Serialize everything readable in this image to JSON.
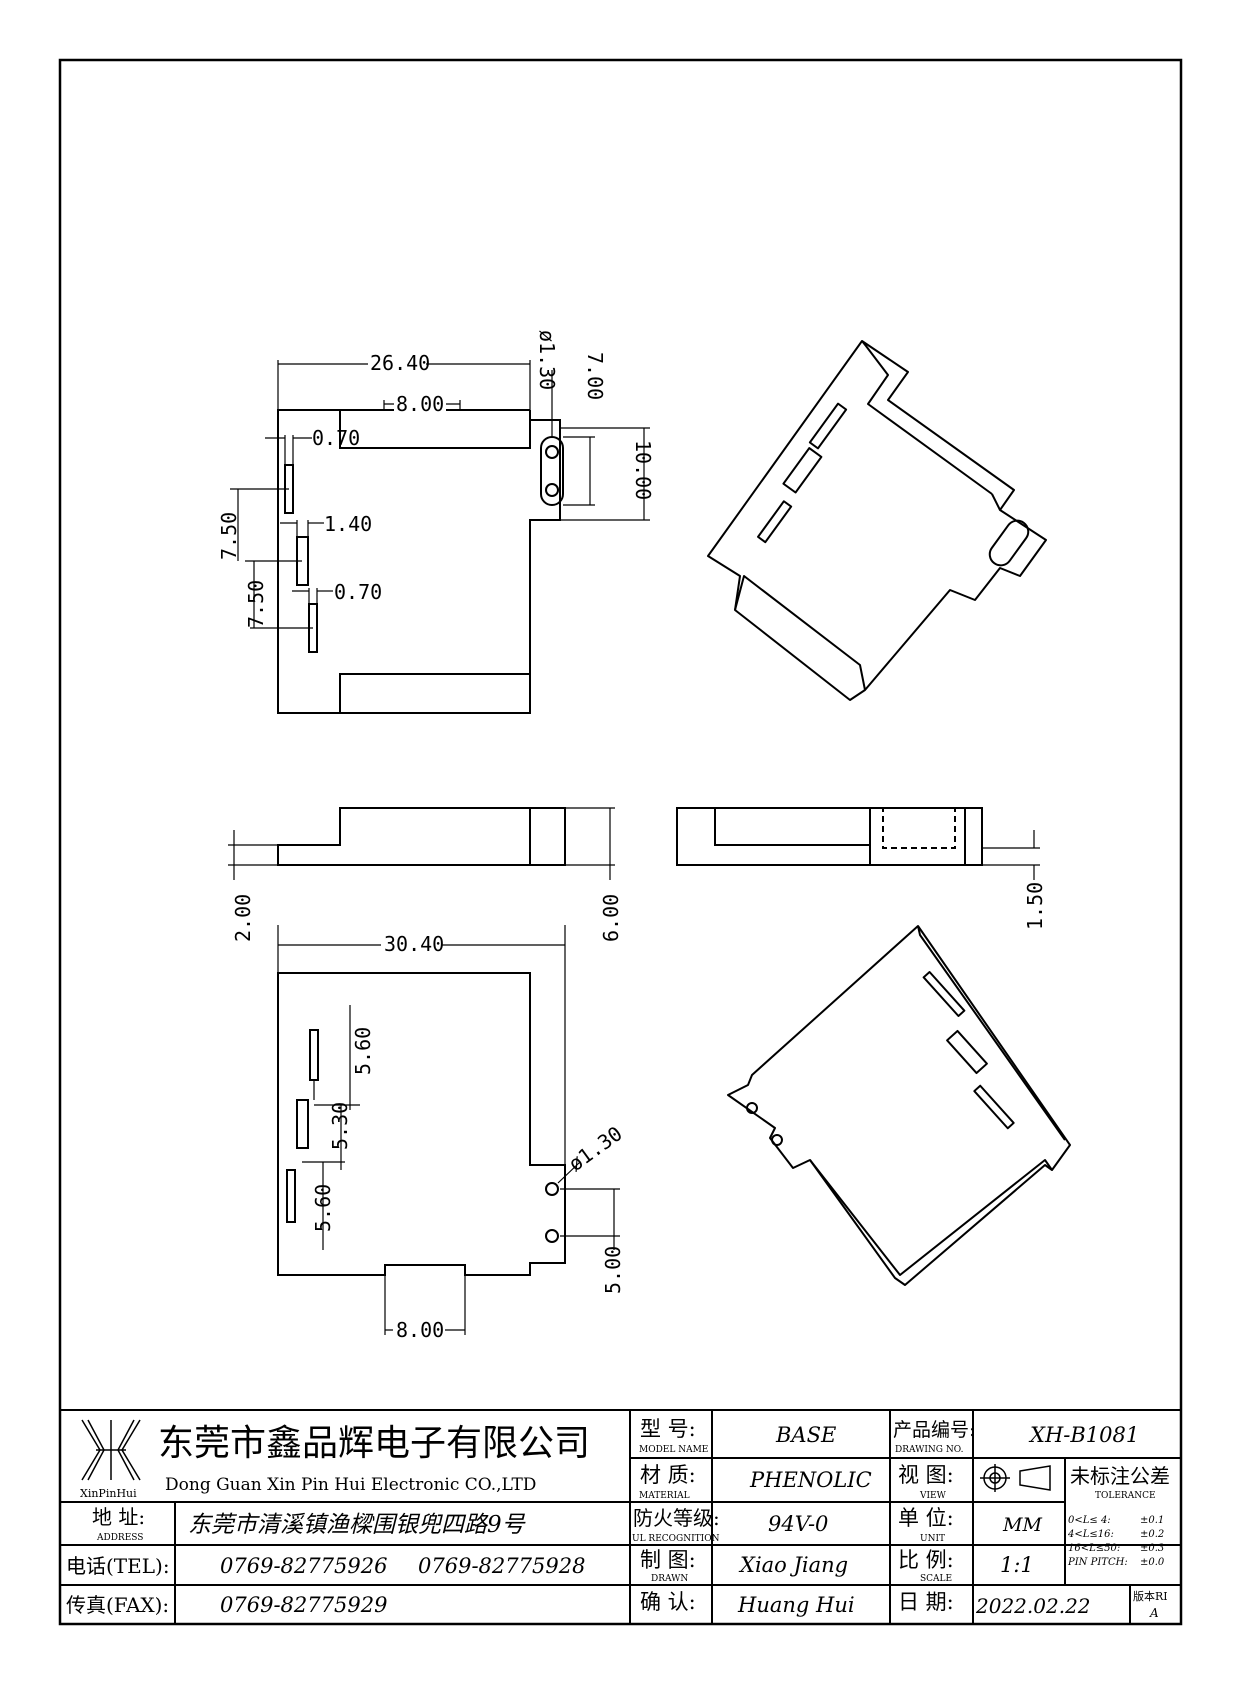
{
  "views": {
    "top": {
      "dims": {
        "width": "26.40",
        "tab_width": "8.00",
        "hole_dia": "ø1.30",
        "hole_offset": "7.00",
        "hole_span": "10.00",
        "slot_gap": "0.70",
        "pitch_1": "7.50",
        "slot_width": "1.40",
        "slot_gap_2": "0.70",
        "pitch_2": "7.50"
      }
    },
    "side_left": {
      "dims": {
        "step_height": "2.00",
        "height": "6.00"
      }
    },
    "side_right": {
      "dims": {
        "recess_depth": "1.50"
      }
    },
    "bottom": {
      "dims": {
        "width": "30.40",
        "pitch_1": "5.60",
        "pitch_2": "5.30",
        "pitch_3": "5.60",
        "hole_dia": "ø1.30",
        "hole_span": "5.00",
        "tab_width": "8.00"
      }
    }
  },
  "title_block": {
    "company_cn": "东莞市鑫品辉电子有限公司",
    "company_en": "Dong Guan Xin Pin Hui Electronic CO.,LTD",
    "logo_text": "XinPinHui",
    "address_label_cn": "地 址:",
    "address_label_en": "ADDRESS",
    "address_value": "东莞市清溪镇渔樑围银兜四路9号",
    "tel_label": "电话(TEL):",
    "tel_value_1": "0769-82775926",
    "tel_value_2": "0769-82775928",
    "fax_label": "传真(FAX):",
    "fax_value": "0769-82775929",
    "model_label_cn": "型 号:",
    "model_label_en": "MODEL NAME",
    "model_value": "BASE",
    "material_label_cn": "材 质:",
    "material_label_en": "MATERIAL",
    "material_value": "PHENOLIC",
    "ul_label_cn": "防火等级:",
    "ul_label_en": "UL RECOGNITION",
    "ul_value": "94V-0",
    "drawn_label_cn": "制 图:",
    "drawn_label_en": "DRAWN",
    "drawn_value": "Xiao Jiang",
    "confirm_label_cn": "确 认:",
    "confirm_value": "Huang Hui",
    "drawing_no_label_cn": "产品编号:",
    "drawing_no_label_en": "DRAWING NO.",
    "drawing_no_value": "XH-B1081",
    "view_label_cn": "视 图:",
    "view_label_en": "VIEW",
    "unit_label_cn": "单 位:",
    "unit_label_en": "UNIT",
    "unit_value": "MM",
    "scale_label_cn": "比 例:",
    "scale_label_en": "SCALE",
    "scale_value": "1:1",
    "date_label_cn": "日 期:",
    "date_value": "2022.02.22",
    "tolerance_title_cn": "未标注公差",
    "tolerance_title_en": "TOLERANCE",
    "tol_1_range": "0<L≤ 4:",
    "tol_1_value": "±0.1",
    "tol_2_range": "4<L≤16:",
    "tol_2_value": "±0.2",
    "tol_3_range": "16<L≤50:",
    "tol_3_value": "±0.3",
    "tol_4_range": "PIN PITCH:",
    "tol_4_value": "±0.0",
    "version_label": "版本RI",
    "version_value": "A"
  }
}
